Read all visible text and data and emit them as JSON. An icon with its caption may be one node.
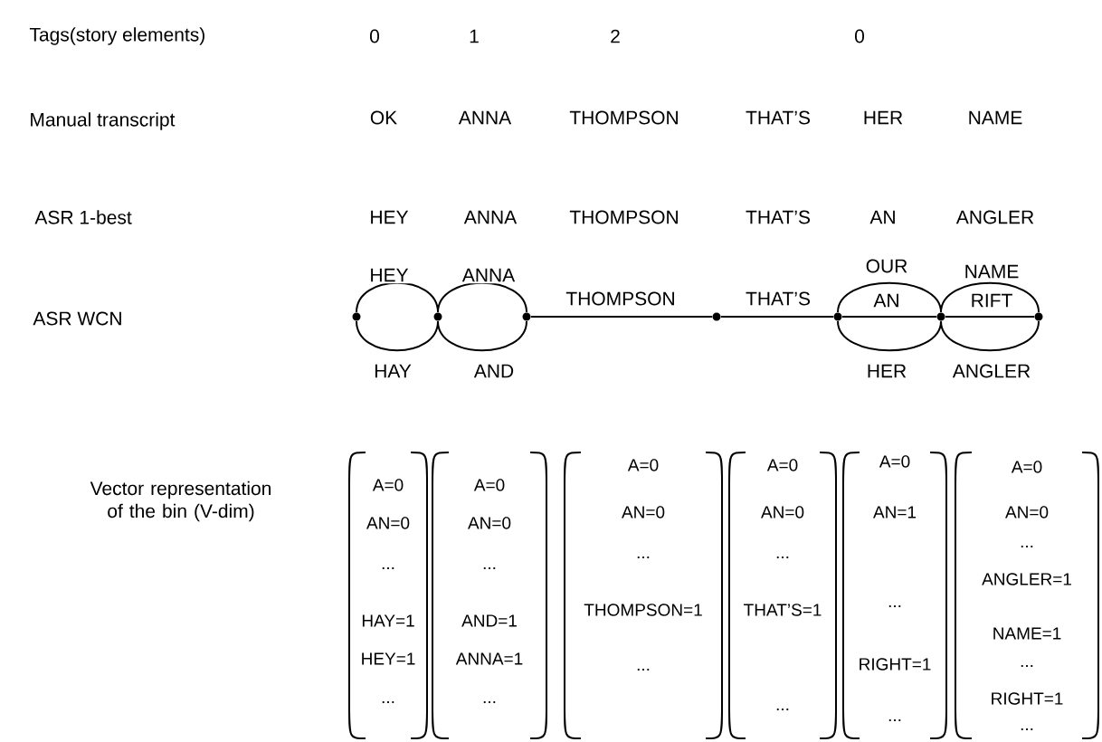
{
  "diagram": {
    "nodes": [
      {
        "text": [],
        "shape": "circle"
      },
      {
        "text": [],
        "shape": "circle"
      },
      {
        "text": [],
        "shape": "circle"
      },
      {
        "text": [],
        "shape": "circle"
      },
      {
        "text": [],
        "shape": "circle"
      },
      {
        "text": [],
        "shape": "circle"
      },
      {
        "text": [],
        "shape": "circle"
      },
      {
        "text": [
          "A=0",
          "AN=0",
          "...",
          "HAY=1",
          "HEY=1",
          "..."
        ]
      },
      {
        "text": [
          "A=0",
          "AN=0",
          "...",
          "AND=1",
          "ANNA=1",
          "..."
        ]
      },
      {
        "text": [
          "A=0",
          "AN=0",
          "...",
          "THOMPSON=1",
          "..."
        ]
      },
      {
        "text": [
          "A=0",
          "AN=0",
          "...",
          "THAT’S=1",
          "..."
        ]
      },
      {
        "text": [
          "A=0",
          "AN=1",
          "...",
          "RIGHT=1",
          "..."
        ]
      },
      {
        "text": [
          "A=0",
          "AN=0",
          "...",
          "ANGLER=1",
          "NAME=1",
          "...",
          "RIGHT=1",
          "..."
        ]
      }
    ],
    "edges": [
      {
        "from": 0,
        "to": 1,
        "arrow": "none",
        "label": "HEY"
      },
      {
        "from": 0,
        "to": 1,
        "arrow": "none",
        "label": "HAY"
      },
      {
        "from": 1,
        "to": 2,
        "arrow": "none",
        "label": "ANNA"
      },
      {
        "from": 1,
        "to": 2,
        "arrow": "none",
        "label": "AND"
      },
      {
        "from": 2,
        "to": 3,
        "arrow": "none",
        "label": "THOMPSON"
      },
      {
        "from": 3,
        "to": 4,
        "arrow": "none",
        "label": "THAT’S"
      },
      {
        "from": 4,
        "to": 5,
        "arrow": "none",
        "label": "OUR"
      },
      {
        "from": 4,
        "to": 5,
        "arrow": "none",
        "label": "AN"
      },
      {
        "from": 4,
        "to": 5,
        "arrow": "none",
        "label": "HER"
      },
      {
        "from": 5,
        "to": 6,
        "arrow": "none",
        "label": "NAME"
      },
      {
        "from": 5,
        "to": 6,
        "arrow": "none",
        "label": "RIFT"
      },
      {
        "from": 5,
        "to": 6,
        "arrow": "none",
        "label": "ANGLER"
      }
    ],
    "labels": [
      "Tags(story elements)",
      "0",
      "1",
      "2",
      "0",
      "Manual transcript",
      "OK",
      "ANNA",
      "THOMPSON",
      "THAT’S",
      "HER",
      "NAME",
      "ASR 1-best",
      "HEY",
      "ANNA",
      "THOMPSON",
      "THAT’S",
      "AN",
      "ANGLER",
      "ASR WCN",
      "Vector representation of the bin (V-dim)"
    ]
  }
}
